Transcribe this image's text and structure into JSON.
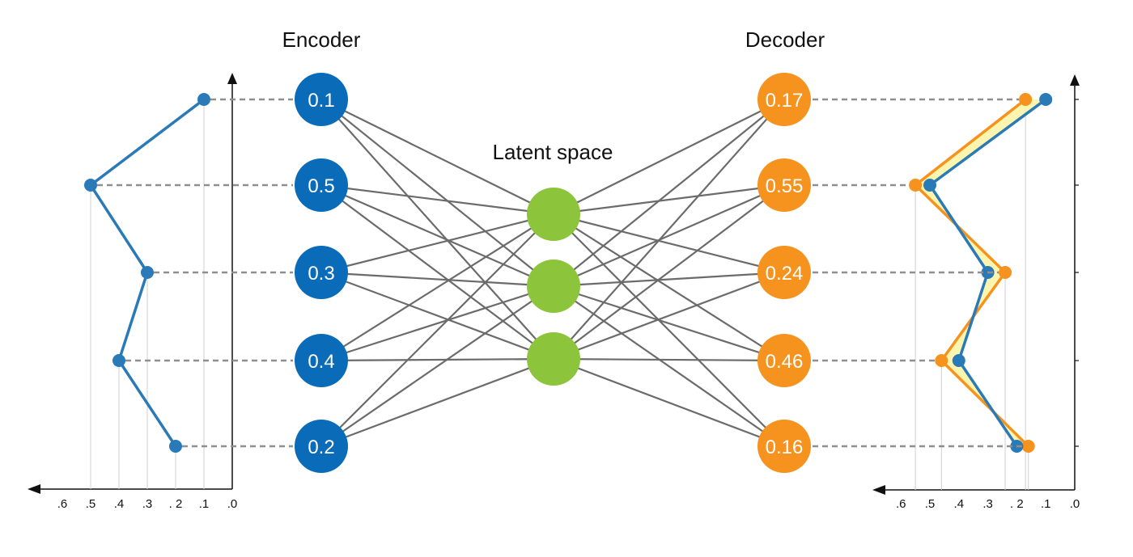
{
  "encoder": {
    "title": "Encoder",
    "color": "#0a6cb8",
    "values": [
      "0.1",
      "0.5",
      "0.3",
      "0.4",
      "0.2"
    ],
    "plot_values": [
      0.1,
      0.5,
      0.3,
      0.4,
      0.2
    ]
  },
  "latent": {
    "title": "Latent space",
    "color": "#8cc43c",
    "node_count": 3
  },
  "decoder": {
    "title": "Decoder",
    "color": "#f5931e",
    "values": [
      "0.17",
      "0.55",
      "0.24",
      "0.46",
      "0.16"
    ],
    "plot_values": [
      0.17,
      0.55,
      0.24,
      0.46,
      0.16
    ]
  },
  "input_plot": {
    "series_color": "#2a7ab8",
    "x_ticks": [
      ".6",
      ".5",
      ".4",
      ".3",
      ". 2",
      ".1",
      ".0"
    ],
    "values": [
      0.1,
      0.5,
      0.3,
      0.4,
      0.2
    ]
  },
  "output_plot": {
    "input_color": "#2a7ab8",
    "output_color": "#f5931e",
    "fill_color": "#fbf5b0",
    "x_ticks": [
      ".6",
      ".5",
      ".4",
      ".3",
      ". 2",
      ".1",
      ".0"
    ],
    "input_values": [
      0.1,
      0.5,
      0.3,
      0.4,
      0.2
    ],
    "output_values": [
      0.17,
      0.55,
      0.24,
      0.46,
      0.16
    ]
  },
  "colors": {
    "edge": "#6b6b6b",
    "dashed": "#8f8f8f",
    "axis": "#111111",
    "grid": "#cfcfcf"
  }
}
